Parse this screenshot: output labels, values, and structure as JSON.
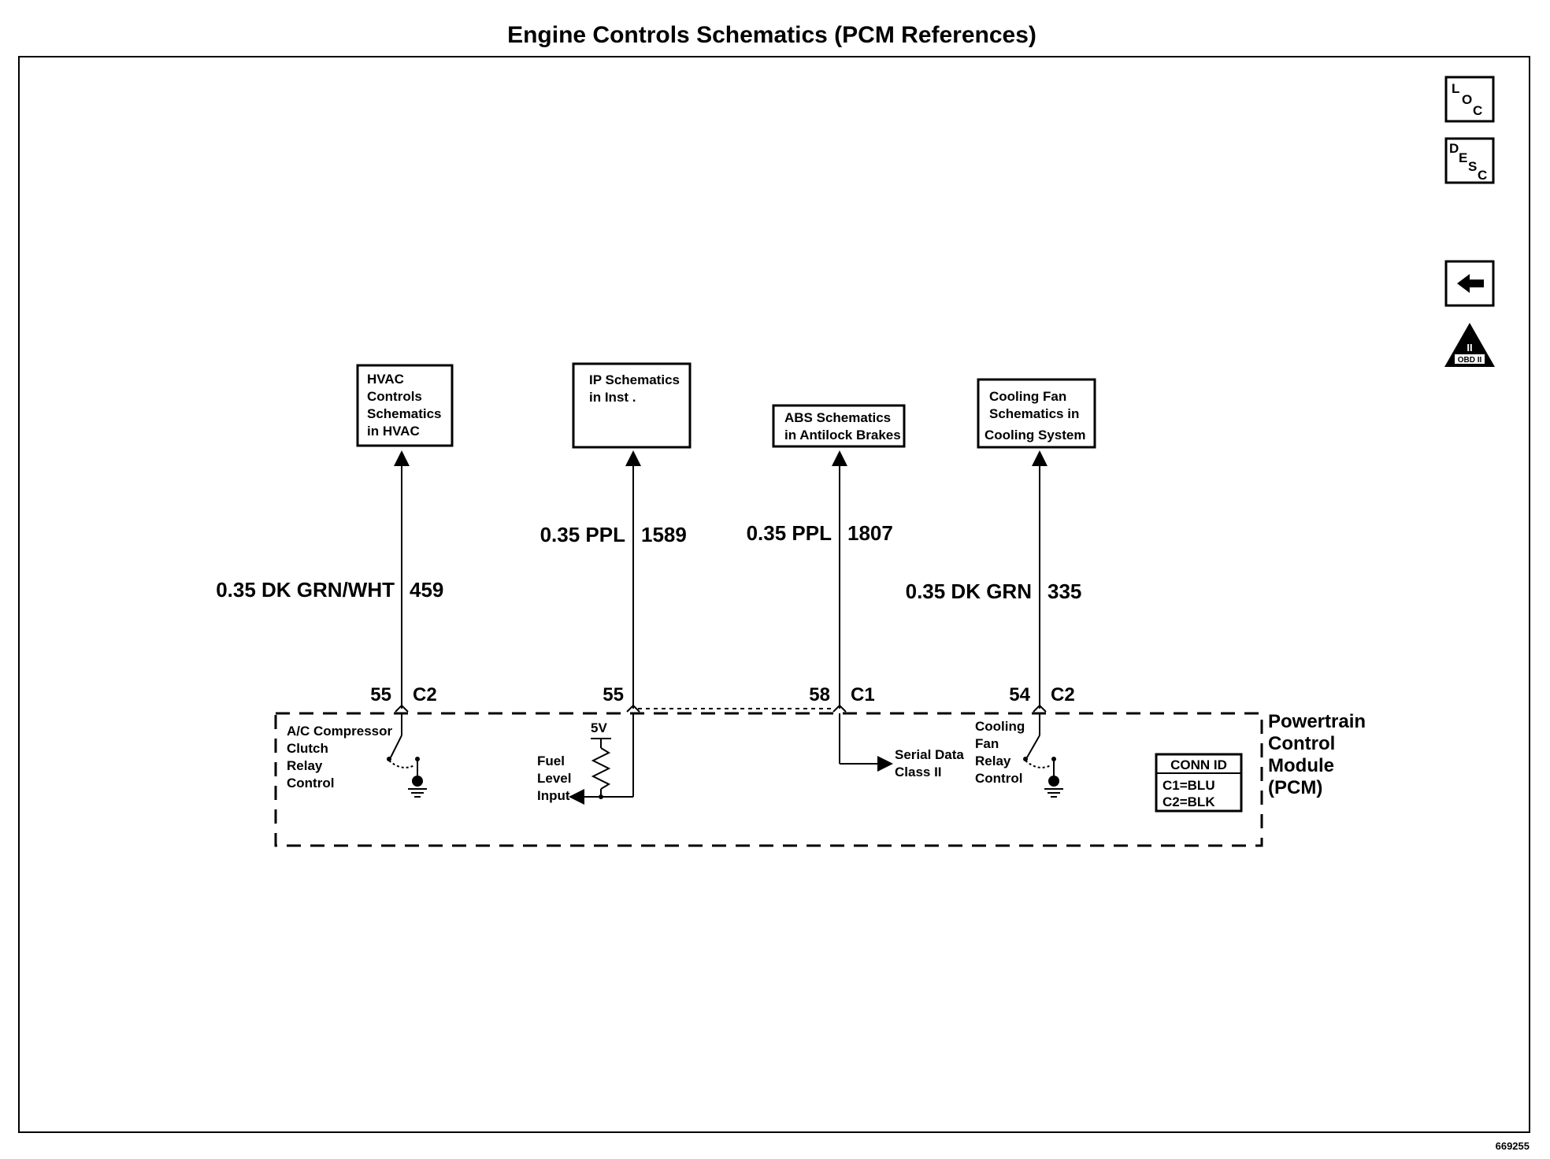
{
  "title": "Engine Controls Schematics (PCM References)",
  "figure_id": "669255",
  "nav": {
    "loc": [
      "L",
      "O",
      "C"
    ],
    "desc": [
      "D",
      "E",
      "S",
      "C"
    ],
    "obd_label": "OBD II",
    "obd_roman": "II"
  },
  "destinations": {
    "hvac": [
      "HVAC",
      "Controls",
      "Schematics",
      "in HVAC"
    ],
    "ip": [
      "IP Schematics",
      "in Inst ."
    ],
    "abs": [
      "ABS Schematics",
      "in Antilock Brakes"
    ],
    "cooling": [
      "Cooling Fan",
      "Schematics in",
      "Cooling System"
    ]
  },
  "wires": {
    "w1": {
      "spec": "0.35 DK GRN/WHT",
      "circuit": "459",
      "pin": "55",
      "connector": "C2"
    },
    "w2": {
      "spec": "0.35 PPL",
      "circuit": "1589",
      "pin": "55"
    },
    "w3": {
      "spec": "0.35 PPL",
      "circuit": "1807",
      "pin": "58",
      "connector": "C1"
    },
    "w4": {
      "spec": "0.35 DK GRN",
      "circuit": "335",
      "pin": "54",
      "connector": "C2"
    }
  },
  "pcm_internal": {
    "ac": [
      "A/C Compressor",
      "Clutch",
      "Relay",
      "Control"
    ],
    "fuel": [
      "Fuel",
      "Level",
      "Input"
    ],
    "five_v": "5V",
    "serial": [
      "Serial Data",
      "Class II"
    ],
    "fan": [
      "Cooling",
      "Fan",
      "Relay",
      "Control"
    ]
  },
  "pcm_label": [
    "Powertrain",
    "Control",
    "Module",
    "(PCM)"
  ],
  "conn_id": {
    "header": "CONN ID",
    "rows": [
      "C1=BLU",
      "C2=BLK"
    ]
  }
}
